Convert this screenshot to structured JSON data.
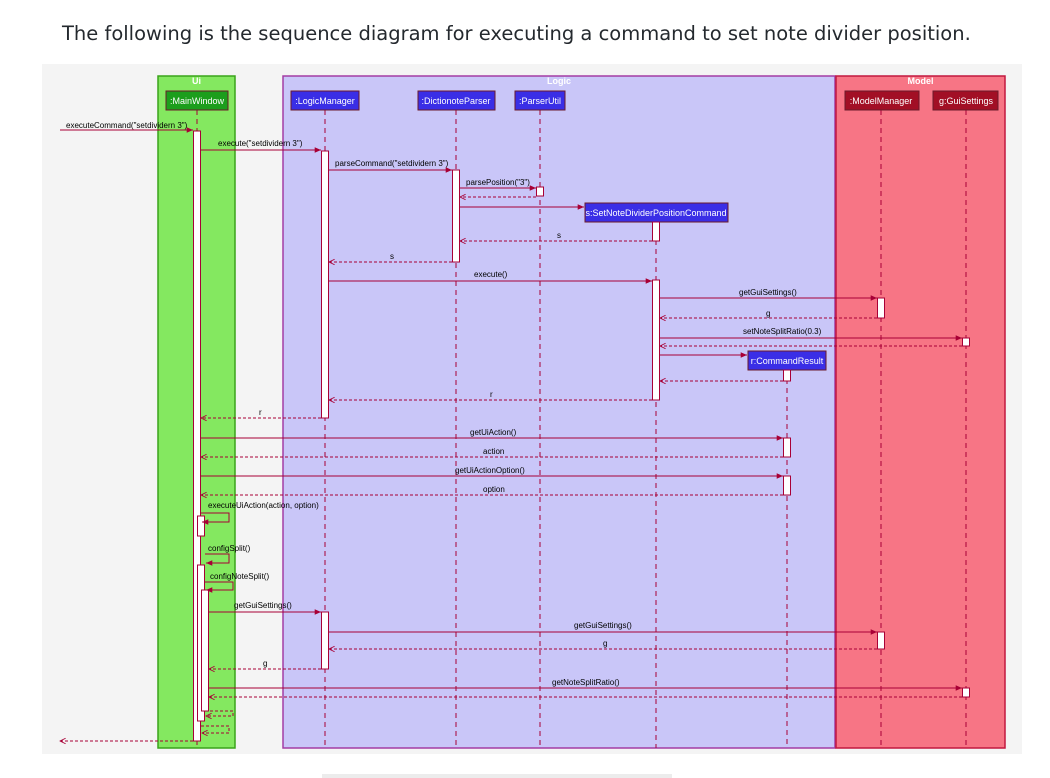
{
  "intro_text": "The following is the sequence diagram for executing a command to set note divider position.",
  "groups": [
    {
      "id": "ui",
      "label": "Ui",
      "fill": "#84e860",
      "stroke": "#3aa31a"
    },
    {
      "id": "logic",
      "label": "Logic",
      "fill": "#c9c6f8",
      "stroke": "#a33da4"
    },
    {
      "id": "model",
      "label": "Model",
      "fill": "#f77585",
      "stroke": "#c2183f"
    }
  ],
  "participants": [
    {
      "id": "mw",
      "label": ":MainWindow",
      "fill": "#1c9e1c"
    },
    {
      "id": "lm",
      "label": ":LogicManager",
      "fill": "#3a2ee6"
    },
    {
      "id": "dp",
      "label": ":DictionoteParser",
      "fill": "#3a2ee6"
    },
    {
      "id": "pu",
      "label": ":ParserUtil",
      "fill": "#3a2ee6"
    },
    {
      "id": "cmd",
      "label": "s:SetNoteDividerPositionCommand",
      "fill": "#3a2ee6"
    },
    {
      "id": "cr",
      "label": "r:CommandResult",
      "fill": "#3a2ee6"
    },
    {
      "id": "mm",
      "label": ":ModelManager",
      "fill": "#a20f25"
    },
    {
      "id": "gs",
      "label": "g:GuiSettings",
      "fill": "#a20f25"
    }
  ],
  "messages": [
    {
      "label": "executeCommand(\"setdividern 3\")",
      "kind": "call"
    },
    {
      "label": "execute(\"setdividern 3\")",
      "kind": "call"
    },
    {
      "label": "parseCommand(\"setdividern 3\")",
      "kind": "call"
    },
    {
      "label": "parsePosition(\"3\")",
      "kind": "call"
    },
    {
      "label": "",
      "kind": "return"
    },
    {
      "label": "",
      "kind": "create"
    },
    {
      "label": "s",
      "kind": "return"
    },
    {
      "label": "s",
      "kind": "return"
    },
    {
      "label": "execute()",
      "kind": "call"
    },
    {
      "label": "getGuiSettings()",
      "kind": "call"
    },
    {
      "label": "g",
      "kind": "return"
    },
    {
      "label": "setNoteSplitRatio(0.3)",
      "kind": "call"
    },
    {
      "label": "",
      "kind": "return"
    },
    {
      "label": "",
      "kind": "create"
    },
    {
      "label": "",
      "kind": "return"
    },
    {
      "label": "r",
      "kind": "return"
    },
    {
      "label": "r",
      "kind": "return"
    },
    {
      "label": "getUiAction()",
      "kind": "call"
    },
    {
      "label": "action",
      "kind": "return"
    },
    {
      "label": "getUiActionOption()",
      "kind": "call"
    },
    {
      "label": "option",
      "kind": "return"
    },
    {
      "label": "executeUiAction(action, option)",
      "kind": "self"
    },
    {
      "label": "configSplit()",
      "kind": "self"
    },
    {
      "label": "configNoteSplit()",
      "kind": "self"
    },
    {
      "label": "getGuiSettings()",
      "kind": "call"
    },
    {
      "label": "getGuiSettings()",
      "kind": "call"
    },
    {
      "label": "g",
      "kind": "return"
    },
    {
      "label": "g",
      "kind": "return"
    },
    {
      "label": "getNoteSplitRatio()",
      "kind": "call"
    },
    {
      "label": "",
      "kind": "return"
    },
    {
      "label": "",
      "kind": "return"
    },
    {
      "label": "",
      "kind": "return"
    },
    {
      "label": "",
      "kind": "return"
    }
  ],
  "colors": {
    "arrow": "#a80036",
    "lifeline": "#a80036",
    "activation_fill": "#ffffff"
  }
}
